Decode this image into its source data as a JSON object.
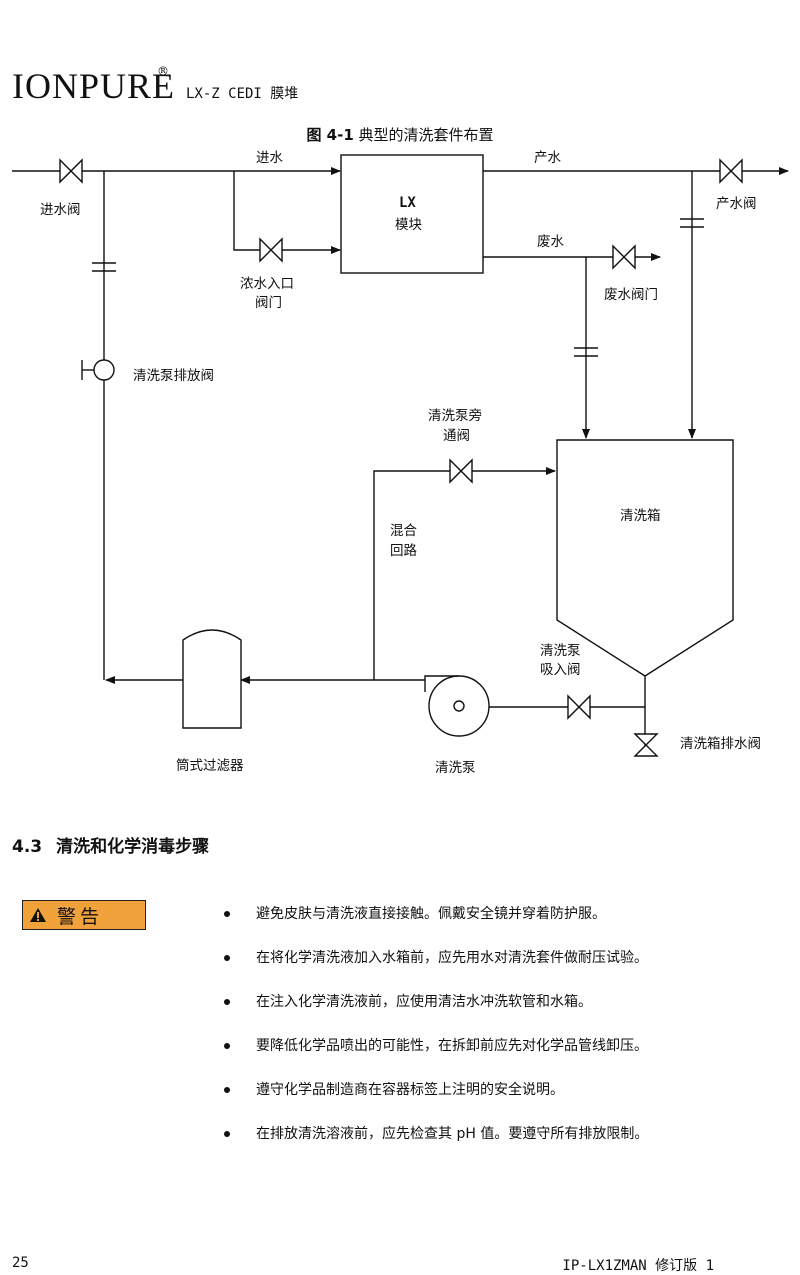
{
  "header": {
    "brand": "IONPURE",
    "registered_mark": "®",
    "subtitle": "LX-Z CEDI 膜堆"
  },
  "figure": {
    "number": "图 4-1",
    "caption": "典型的清洗套件布置",
    "labels": {
      "inlet_valve": "进水阀",
      "feed": "进水",
      "module_name": "LX",
      "module_sub": "模块",
      "conc_inlet_1": "浓水入口",
      "conc_inlet_2": "阀门",
      "product": "产水",
      "product_valve": "产水阀",
      "waste": "废水",
      "waste_valve": "废水阀门",
      "pump_drain_valve": "清洗泵排放阀",
      "bypass_1": "清洗泵旁",
      "bypass_2": "通阀",
      "mix_1": "混合",
      "mix_2": "回路",
      "tank": "清洗箱",
      "suction_1": "清洗泵",
      "suction_2": "吸入阀",
      "filter": "筒式过滤器",
      "pump": "清洗泵",
      "tank_drain_valve": "清洗箱排水阀"
    }
  },
  "section": {
    "number": "4.3",
    "title": "清洗和化学消毒步骤"
  },
  "warning": {
    "icon": "warning-triangle-icon",
    "label": "警告",
    "color": "#f2a23a"
  },
  "bullets": [
    "避免皮肤与清洗液直接接触。佩戴安全镜并穿着防护服。",
    "在将化学清洗液加入水箱前，应先用水对清洗套件做耐压试验。",
    "在注入化学清洗液前，应使用清洁水冲洗软管和水箱。",
    "要降低化学品喷出的可能性，在拆卸前应先对化学品管线卸压。",
    "遵守化学品制造商在容器标签上注明的安全说明。",
    "在排放清洗溶液前，应先检查其 pH 值。要遵守所有排放限制。"
  ],
  "footer": {
    "page_number": "25",
    "doc_id": "IP-LX1ZMAN 修订版 1"
  }
}
